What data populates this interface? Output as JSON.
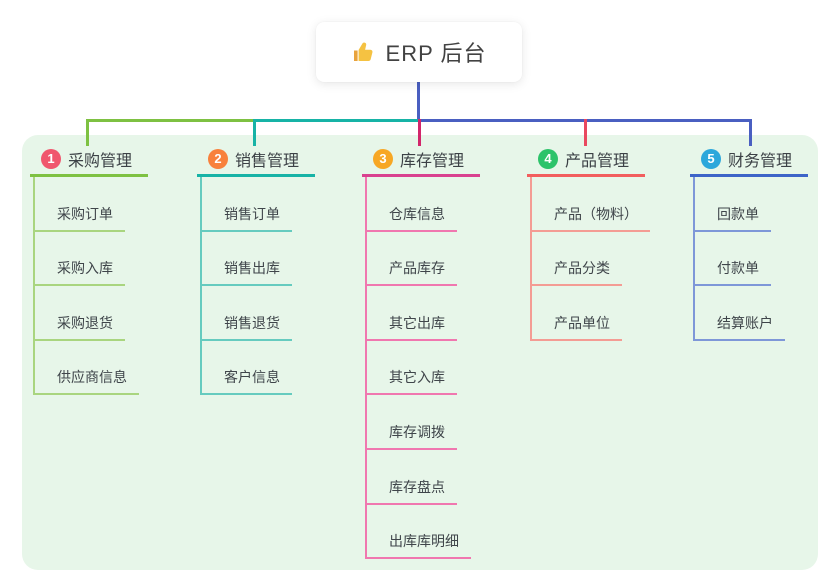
{
  "root": {
    "title": "ERP 后台"
  },
  "colors": {
    "root_line": "#4A5FC1",
    "panel_bg": "#E7F6E9",
    "root_bg": "#FFFFFF"
  },
  "branches": [
    {
      "index": "1",
      "title": "采购管理",
      "badge_color": "#F0566D",
      "line_color": "#7EC142",
      "drop_color": "#7EC142",
      "child_line_color": "#A9D57F",
      "children": [
        "采购订单",
        "采购入库",
        "采购退货",
        "供应商信息"
      ]
    },
    {
      "index": "2",
      "title": "销售管理",
      "badge_color": "#F8813C",
      "line_color": "#17B3A6",
      "drop_color": "#17B3A6",
      "child_line_color": "#66CBBF",
      "children": [
        "销售订单",
        "销售出库",
        "销售退货",
        "客户信息"
      ]
    },
    {
      "index": "3",
      "title": "库存管理",
      "badge_color": "#F7A724",
      "line_color": "#D9418F",
      "drop_color": "#D2266B",
      "child_line_color": "#F077AF",
      "children": [
        "仓库信息",
        "产品库存",
        "其它出库",
        "其它入库",
        "库存调拨",
        "库存盘点",
        "出库库明细"
      ]
    },
    {
      "index": "4",
      "title": "产品管理",
      "badge_color": "#2DC36A",
      "line_color": "#F25E5E",
      "drop_color": "#E9485F",
      "child_line_color": "#F49C94",
      "children": [
        "产品（物料）",
        "产品分类",
        "产品单位"
      ]
    },
    {
      "index": "5",
      "title": "财务管理",
      "badge_color": "#2CA7DB",
      "line_color": "#3D64C8",
      "drop_color": "#4A5FC1",
      "child_line_color": "#7E97D8",
      "children": [
        "回款单",
        "付款单",
        "结算账户"
      ]
    }
  ]
}
